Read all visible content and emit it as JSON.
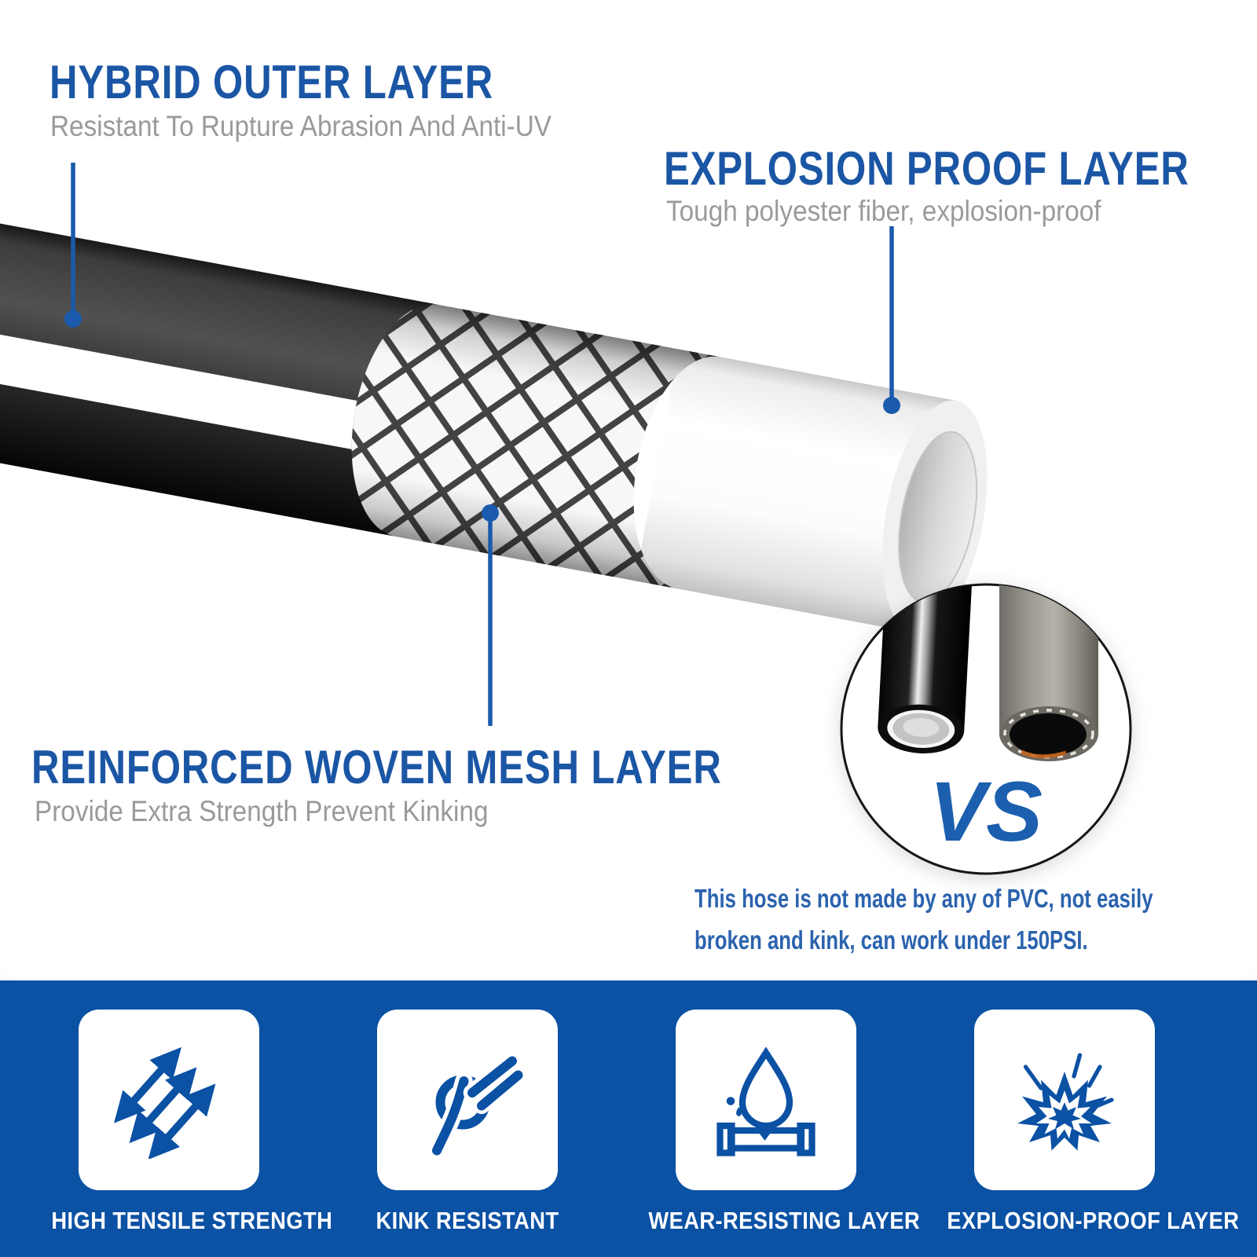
{
  "colors": {
    "heading_blue": "#1b56a5",
    "subtitle_gray": "#9a9a9a",
    "paragraph_blue": "#2b63ae",
    "band_blue": "#0b51a4",
    "leader_blue": "#1b5aad",
    "vs_blue": "#1b5fae",
    "mesh_line_gray": "#434343",
    "hose_black": "#1c1c1c",
    "inner_layer_white": "#f2f2f2"
  },
  "annotations": {
    "hybrid": {
      "title": "HYBRID OUTER LAYER",
      "subtitle": "Resistant To Rupture Abrasion And Anti-UV"
    },
    "explosion": {
      "title": "EXPLOSION PROOF LAYER",
      "subtitle": "Tough polyester fiber, explosion-proof"
    },
    "mesh": {
      "title": "REINFORCED WOVEN MESH LAYER",
      "subtitle": "Provide Extra Strength Prevent Kinking"
    }
  },
  "comparison": {
    "vs_label": "VS",
    "description_line1": "This hose is not made by any of PVC, not easily",
    "description_line2": "broken and kink, can work under 150PSI."
  },
  "features": [
    {
      "label": "HIGH TENSILE STRENGTH",
      "icon": "tensile-arrows-icon"
    },
    {
      "label": "KINK RESISTANT",
      "icon": "knot-icon"
    },
    {
      "label": "WEAR-RESISTING LAYER",
      "icon": "water-drop-pipe-icon"
    },
    {
      "label": "EXPLOSION-PROOF LAYER",
      "icon": "explosion-burst-icon"
    }
  ]
}
